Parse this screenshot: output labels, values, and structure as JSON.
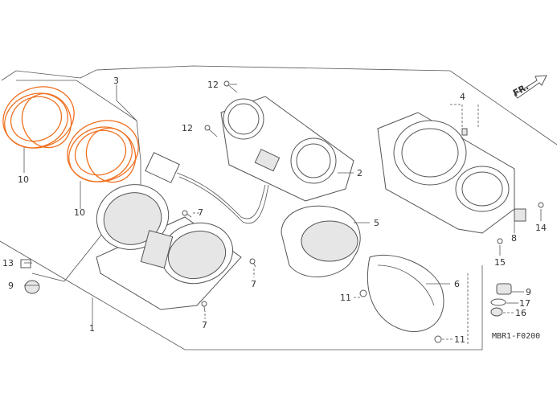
{
  "diagram": {
    "code": "MBR1-F0200",
    "direction_label": "FR.",
    "highlight_color": "#f07020",
    "callouts": {
      "c1": "1",
      "c2": "2",
      "c3": "3",
      "c4": "4",
      "c5": "5",
      "c6": "6",
      "c7a": "7",
      "c7b": "7",
      "c7c": "7",
      "c8": "8",
      "c9a": "9",
      "c9b": "9",
      "c10a": "10",
      "c10b": "10",
      "c11a": "11",
      "c11b": "11",
      "c12a": "12",
      "c12b": "12",
      "c13": "13",
      "c14": "14",
      "c15": "15",
      "c16": "16",
      "c17": "17"
    }
  }
}
